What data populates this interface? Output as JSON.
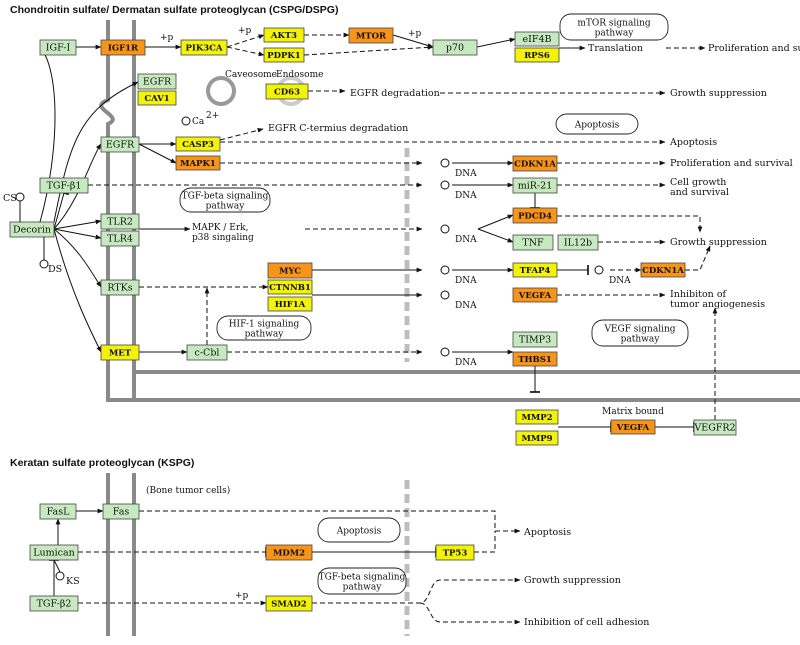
{
  "sections": {
    "cspg_title": "Chondroitin sulfate/ Dermatan sulfate proteoglycan (CSPG/DSPG)",
    "kspg_title": "Keratan sulfate proteoglycan (KSPG)"
  },
  "colors": {
    "green_node": "#c7e9c0",
    "yellow_node": "#f2f20a",
    "orange_node": "#f79419",
    "membrane": "#8a8a8a",
    "dna_bar": "#bdbdbd"
  },
  "nodes": {
    "igf1": "IGF-I",
    "igf1r": "IGF1R",
    "pik3ca": "PIK3CA",
    "akt3": "AKT3",
    "pdpk1": "PDPK1",
    "mtor": "MTOR",
    "p70": "p70",
    "eif4b": "eIF4B",
    "rps6": "RPS6",
    "egfr1": "EGFR",
    "cav1": "CAV1",
    "cd63": "CD63",
    "egfr2": "EGFR",
    "casp3": "CASP3",
    "mapk1": "MAPK1",
    "tgfb1": "TGF-β1",
    "decorin": "Decorin",
    "tlr2": "TLR2",
    "tlr4": "TLR4",
    "rtks": "RTKs",
    "met": "MET",
    "ccbl": "c-Cbl",
    "myc": "MYC",
    "ctnnb1": "CTNNB1",
    "hif1a": "HIF1A",
    "cdkn1a1": "CDKN1A",
    "mir21": "miR-21",
    "pdcd4": "PDCD4",
    "tnf": "TNF",
    "il12b": "IL12b",
    "tfap4": "TFAP4",
    "cdkn1a2": "CDKN1A",
    "vegfa1": "VEGFA",
    "timp3": "TIMP3",
    "thbs1": "THBS1",
    "mmp2": "MMP2",
    "mmp9": "MMP9",
    "vegfa2": "VEGFA",
    "vegfr2": "VEGFR2",
    "fasl": "FasL",
    "fas": "Fas",
    "lumican": "Lumican",
    "tgfb2": "TGF-β2",
    "mdm2": "MDM2",
    "tp53": "TP53",
    "smad2": "SMAD2"
  },
  "groups": {
    "mtor": "mTOR signaling\npathway",
    "apoptosis1": "Apoptosis",
    "tgfb1": "TGF-beta signaling\npathway",
    "hif1": "HIF-1 signaling\npathway",
    "vegf": "VEGF signaling\npathway",
    "apoptosis2": "Apoptosis",
    "tgfb2": "TGF-beta signaling\npathway"
  },
  "labels": {
    "cs": "CS",
    "ds": "DS",
    "ks": "KS",
    "ca2": "Ca",
    "ca2_sup": "2+",
    "caveosome": "Caveosome",
    "endosome": "Endosome",
    "plus_p1": "+p",
    "plus_p2": "+p",
    "plus_p3": "+p",
    "plus_p4": "+p",
    "dna": "DNA",
    "mapk_erk": "MAPK / Erk,\np38 singaling",
    "matrix_bound": "Matrix bound",
    "bone_tumor": "(Bone tumor cells)"
  },
  "outcomes": {
    "translation": "Translation",
    "prolif1": "Proliferation and survival",
    "egfr_deg": "EGFR degradation",
    "growth_sup1": "Growth suppression",
    "egfr_cterm": "EGFR C-termius degradation",
    "apoptosis1": "Apoptosis",
    "prolif2": "Proliferation and survival",
    "cell_growth": "Cell growth\nand survival",
    "growth_sup2": "Growth suppression",
    "angio": "Inhibiton of\ntumor angiogenesis",
    "apoptosis2": "Apoptosis",
    "growth_sup3": "Growth suppression",
    "adhesion": "Inhibition of cell adhesion"
  }
}
